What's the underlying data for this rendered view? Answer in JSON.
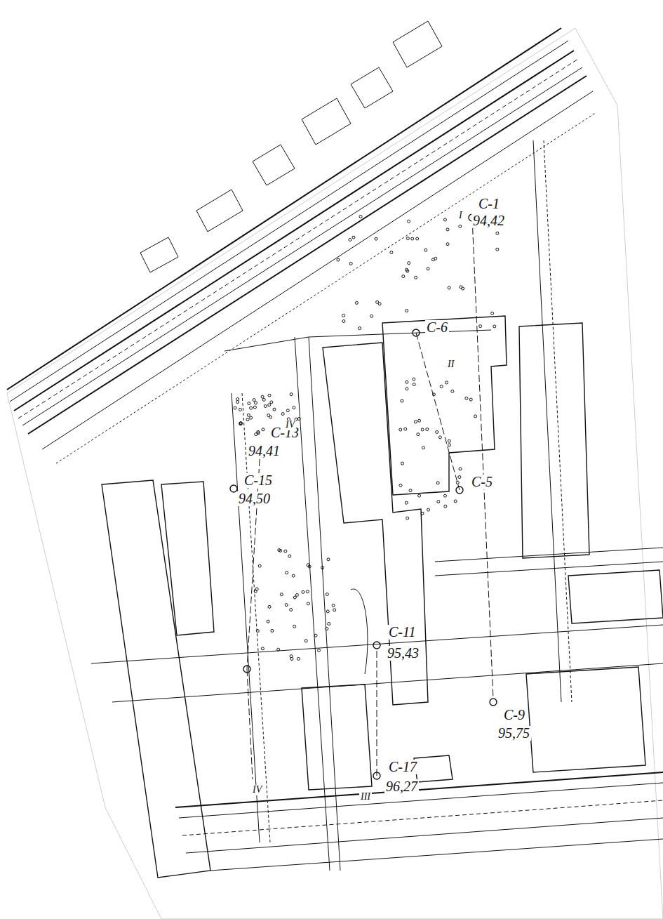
{
  "diagram": {
    "labels": [
      "С-1",
      "94,42",
      "С-6",
      "С-13",
      "94,41",
      "С-15",
      "94,50",
      "С-5",
      "С-11",
      "95,43",
      "С-9",
      "95,75",
      "С-17",
      "96,27",
      "I",
      "II",
      "IV",
      "III",
      "IV"
    ]
  }
}
